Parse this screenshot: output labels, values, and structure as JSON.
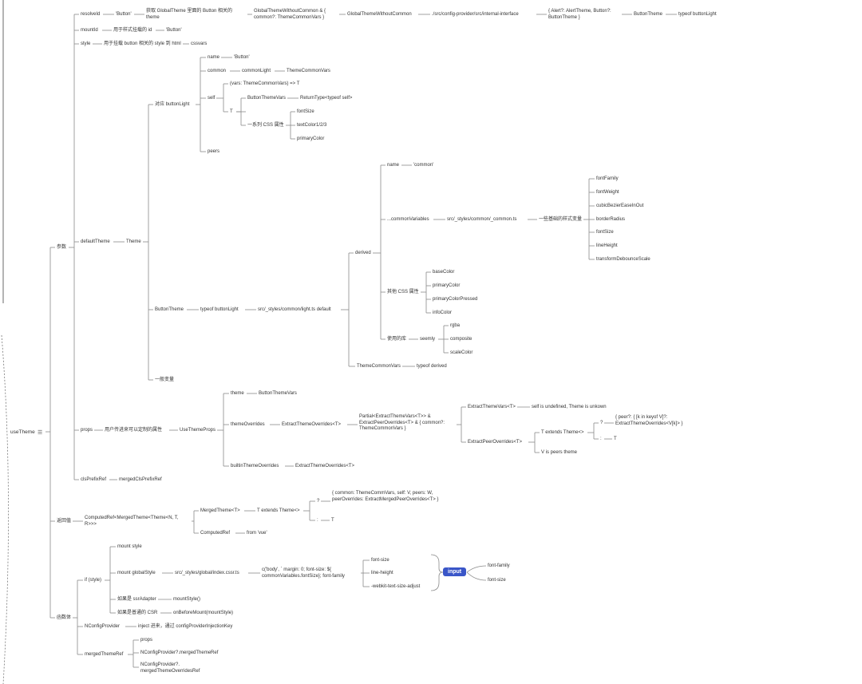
{
  "root": "useTheme",
  "root_icon": "hamburger-icon",
  "colors": {
    "line": "#8a8a8a",
    "pill": "#3a56c8",
    "text": "#333333"
  },
  "nodes": {
    "params": "参数",
    "resolveId": "resolveId",
    "button_str1": "'Button'",
    "get_theme_desc": "获取 GlobalTheme 里面的 Button 相关的 theme",
    "gtwc_union": "GlobalThemeWithoutCommon & { common?: ThemeCommonVars }",
    "gtwc": "GlobalThemeWithoutCommon",
    "config_provider_path": "./src/config-provider/src/internal-interface",
    "alert_button": "{ Alert?: AlertTheme, Button?: ButtonTheme }",
    "button_theme_1": "ButtonTheme",
    "typeof_button_light_1": "typeof buttonLight",
    "mountId": "mountId",
    "mount_id_desc": "用于样式挂载的 id",
    "button_str2": "'Button'",
    "style": "style",
    "style_desc": "用于挂载 button 相关的 style 到 html",
    "cssvars": "cssvars",
    "default_theme": "defaultTheme",
    "theme": "Theme",
    "match_button_light": "对应 buttonLight",
    "name": "name",
    "button_str3": "'Button'",
    "common": "common",
    "common_light": "commonLight",
    "theme_common_vars_1": "ThemeCommonVars",
    "self": "self",
    "vars_fn": "(vars: ThemeCommonVars) => T",
    "t_label": "T",
    "button_theme_vars": "ButtonThemeVars",
    "return_type": "ReturnType<typeof self>",
    "css_series": "一系列 CSS 属性",
    "font_size_1": "fontSize",
    "text_color": "textColor1/2/3",
    "primary_color_1": "primaryColor",
    "peers": "peers",
    "button_theme_2": "ButtonTheme",
    "typeof_button_light_2": "typeof buttonLight",
    "light_ts": "src/_styles/common/light.ts default",
    "derived": "derived",
    "name2": "name",
    "common_str": "'common'",
    "common_variables": "...commonVariables",
    "common_ts": "src/_styles/common/_common.ts",
    "base_style_vars": "一些基础的样式变量",
    "font_family": "fontFamily",
    "font_weight": "fontWeight",
    "cubic": "cubicBezierEaseInOut",
    "border_radius": "borderRadius",
    "font_size_2": "fontSize",
    "line_height": "lineHeight",
    "transform_debounce": "transformDebounceScale",
    "other_css": "其他 CSS 属性",
    "base_color": "baseColor",
    "primary_color_2": "primaryColor",
    "primary_color_pressed": "primaryColorPressed",
    "info_color": "infoColor",
    "used_lib": "使用的库",
    "seemly": "seemly",
    "rgba": "rgba",
    "composite": "composite",
    "scale_color": "scaleColor",
    "theme_common_vars_2": "ThemeCommonVars",
    "typeof_derived": "typeof derived",
    "general_vars": "一般变量",
    "props": "props",
    "props_desc": "用户传进来可以定制的属性",
    "use_theme_props": "UseThemeProps",
    "theme_key": "theme",
    "button_theme_vars_2": "ButtonThemeVars",
    "theme_overrides": "themeOverrides",
    "extract_overrides_1": "ExtractThemeOverrides<T>",
    "partial_union": "Partial<ExtractThemeVars<T>> & ExtractPeerOverrides<T> & { common?: ThemeCommonVars }",
    "extract_theme_vars": "ExtractThemeVars<T>",
    "self_undefined": "self is undefined, Theme is unkown",
    "extract_peer_overrides": "ExtractPeerOverrides<T>",
    "t_extends_theme_1": "T extends Theme<>",
    "q_mark_1": "?",
    "peer_type": "{ peer?: { [k in keyof V]?: ExtractThemeOverrides<V[k]> }",
    "colon_1": ":",
    "t_1": "T",
    "v_is_peers": "V is peers theme",
    "builtin_overrides": "builtinThemeOverrides",
    "extract_overrides_2": "ExtractThemeOverrides<T>",
    "cls_prefix_ref": "clsPrefixRef",
    "merged_cls_prefix": "mergedClsPrefixRef",
    "return_value": "返回值",
    "computed_ref_type": "ComputedRef<MergedTheme<Theme<N, T, R>>>",
    "merged_theme_t": "MergedTheme<T>",
    "t_extends_theme_2": "T extends Theme<>",
    "q_mark_2": "?",
    "merged_common_type": "{ common: ThemeCommVars, self: V, peers: W, peerOverrides: ExtractMergedPeerOverrides<T> }",
    "colon_2": ":",
    "t_2": "T",
    "computed_ref": "ComputedRef",
    "from_vue": "from 'vue'",
    "func_body": "函数体",
    "if_style": "if (style)",
    "mount_style": "mount style",
    "mount_global_style": "mount globalStyle",
    "index_cssr": "src/_styles/global/index.cssr.ts",
    "c_body": "c('body', `  margin: 0; font-size: ${ commonVariables.fontSize}; font-family",
    "font_size_css": "font-size",
    "line_height_css": "line-height",
    "webkit_adjust": "-webkit-text-size-adjust",
    "input_label": "input",
    "font_family_out": "font-family",
    "font_size_out": "font-size",
    "ssr_adapter": "如果是 ssrAdapter",
    "mount_style_fn": "mountStyle()",
    "normal_csr": "如果是普通的 CSR",
    "on_before_mount": "onBeforeMount(mountStyle)",
    "n_config_provider": "NConfigProvider",
    "inject_desc": "inject 进来，通过 configProviderInjectionKey",
    "merged_theme_ref": "mergedThemeRef",
    "props2": "props",
    "nconfig_merged_theme_ref": "NConfigProvider?.mergedThemeRef",
    "nconfig_merged_overrides": "NConfigProvider?. mergedThemeOverridesRef"
  }
}
